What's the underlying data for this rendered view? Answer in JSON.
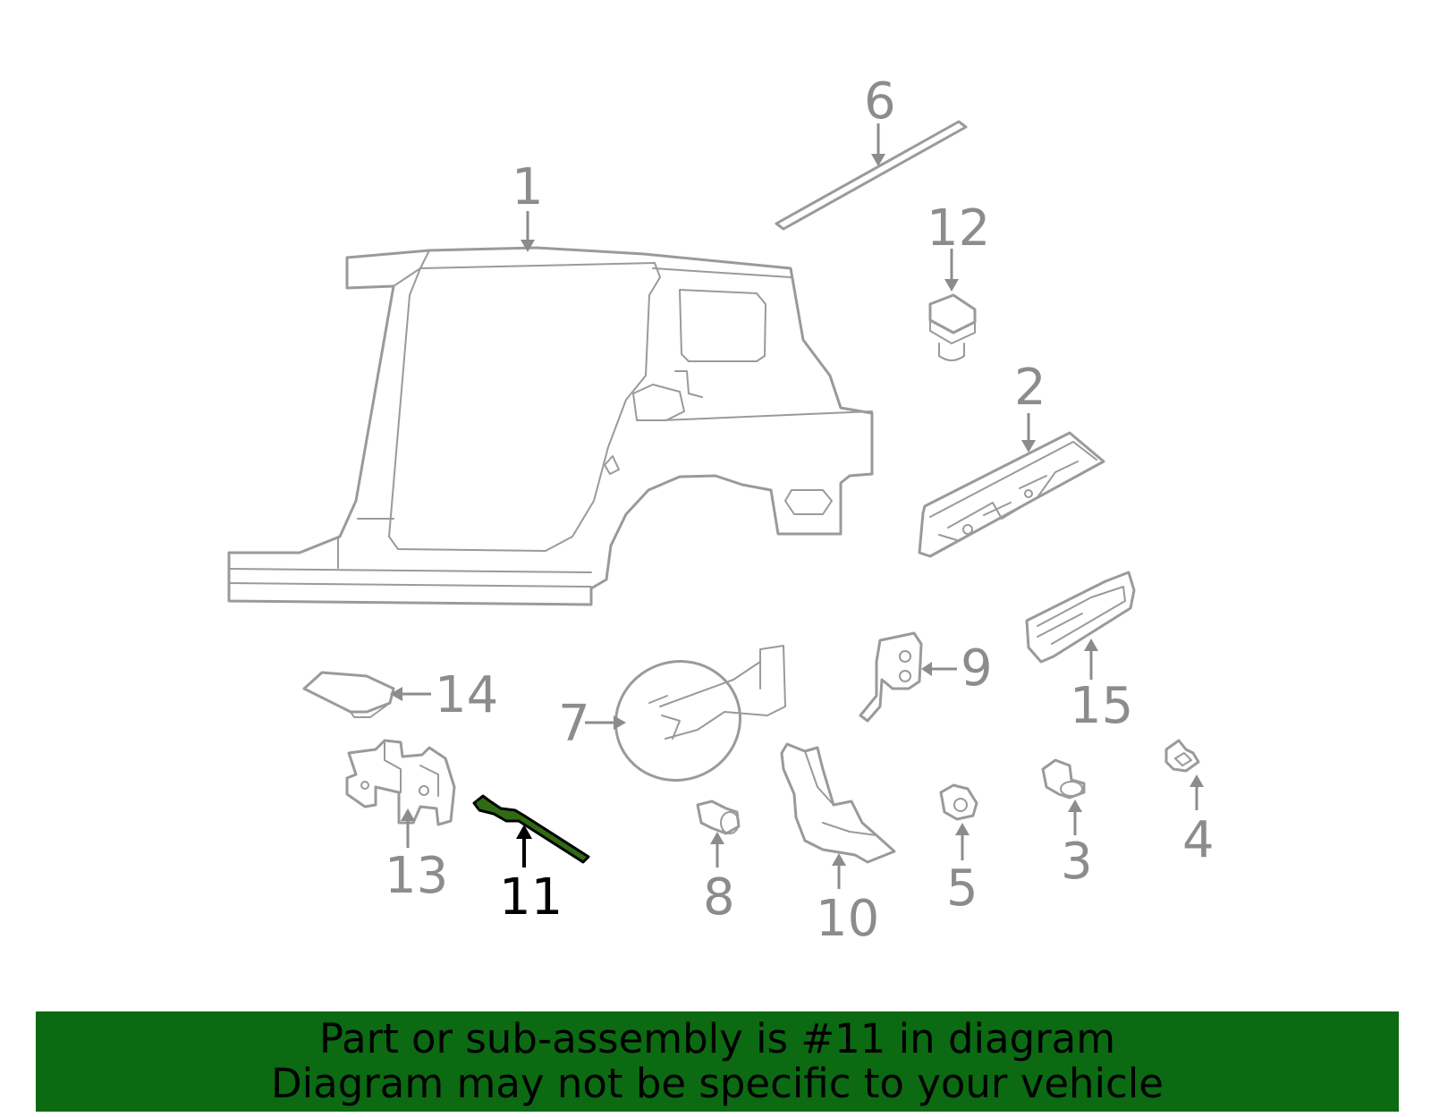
{
  "colors": {
    "highlight_part": "#2f6b12",
    "banner_background": "#0c6a12",
    "part_outline": "#9a9a9a",
    "callout_text": "#8c8c8c",
    "active_callout": "#000000"
  },
  "callouts": {
    "c1": "1",
    "c2": "2",
    "c3": "3",
    "c4": "4",
    "c5": "5",
    "c6": "6",
    "c7": "7",
    "c8": "8",
    "c9": "9",
    "c10": "10",
    "c11": "11",
    "c12": "12",
    "c13": "13",
    "c14": "14",
    "c15": "15"
  },
  "highlighted_part": "11",
  "banner": {
    "line1": "Part or sub-assembly is #11 in diagram",
    "line2": "Diagram may not be specific to your vehicle"
  }
}
